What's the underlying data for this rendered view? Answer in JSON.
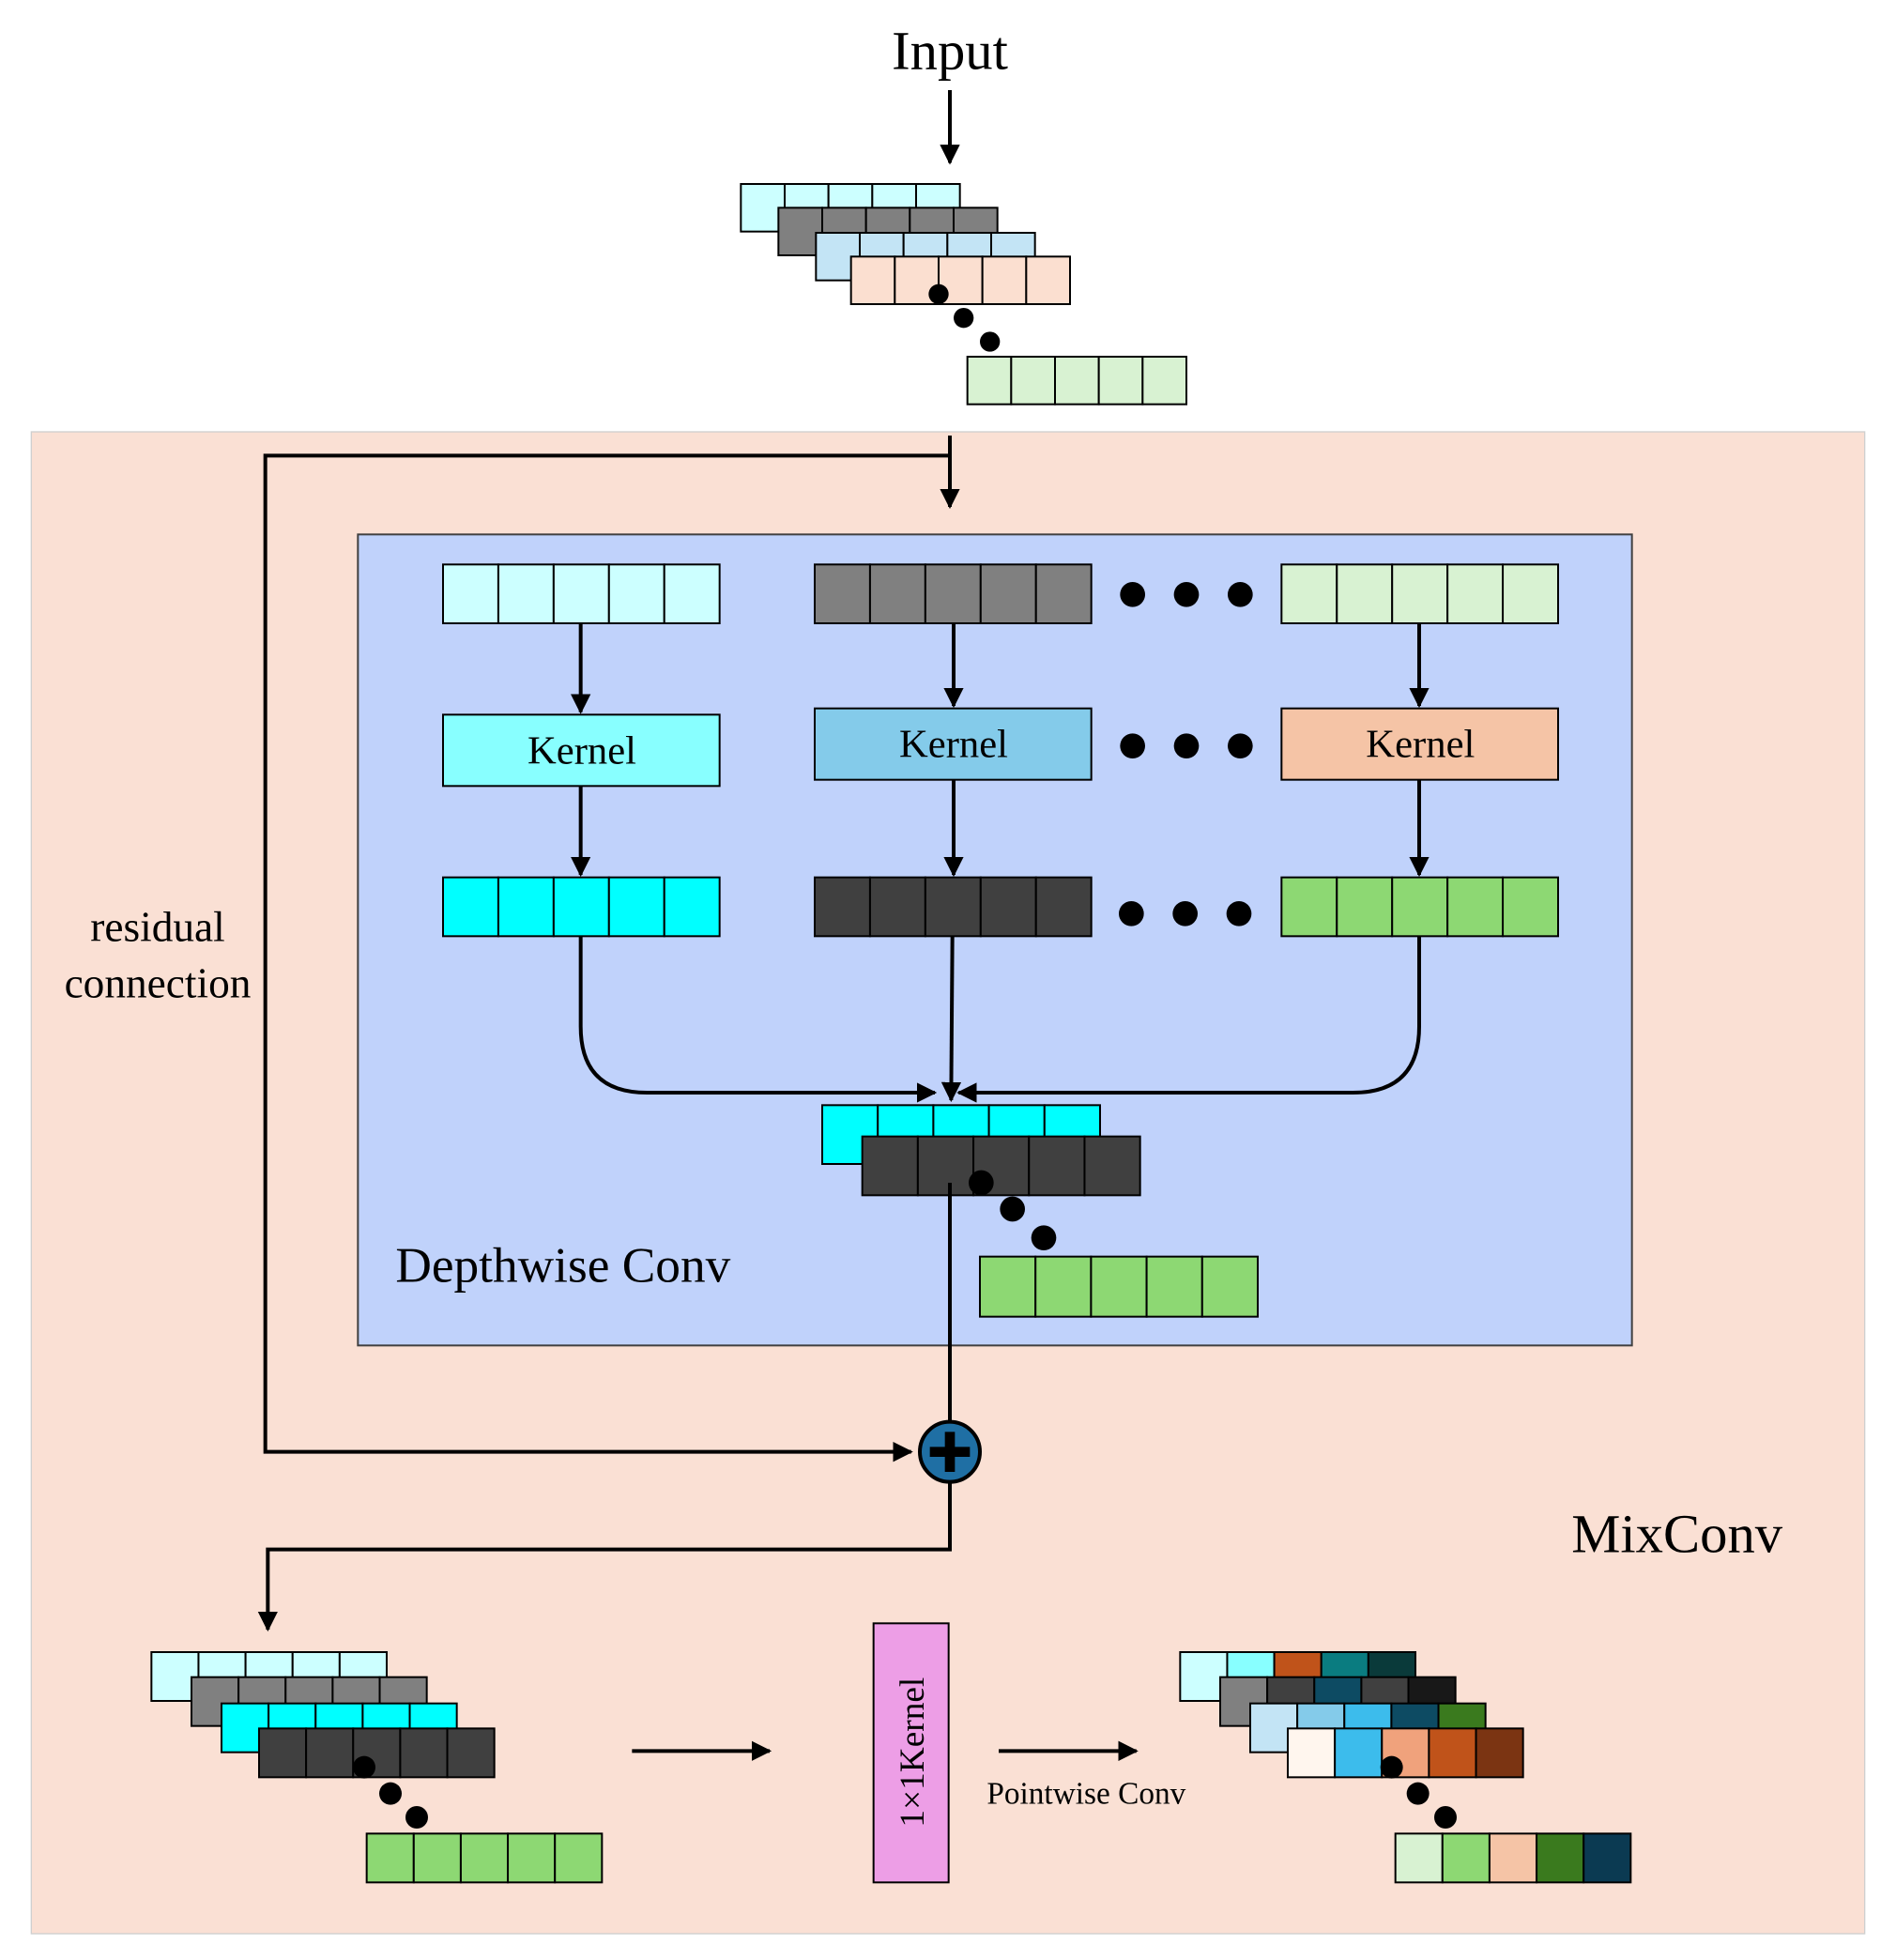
{
  "labels": {
    "input": "Input",
    "kernel": "Kernel",
    "depthwise": "Depthwise Conv",
    "residual_line1": "residual",
    "residual_line2": "connection",
    "mixconv": "MixConv",
    "one_by_one": "1×1Kernel",
    "pointwise": "Pointwise Conv"
  },
  "colors": {
    "mixconv_bg": "#fae0d4",
    "depthwise_bg": "#c0d2fb",
    "light_cyan": "#ccffff",
    "gray": "#808080",
    "light_blue": "#c3e4f5",
    "light_peach": "#fbdfd0",
    "light_green": "#d8f2d2",
    "cyan_kernel": "#88ffff",
    "sky_kernel": "#84cbea",
    "peach_kernel": "#f5c4a6",
    "cyan": "#00ffff",
    "dark_gray": "#404040",
    "green": "#8dd873",
    "magenta": "#ed9ee6",
    "add_node": "#1f6fa4",
    "rust": "#c0531a",
    "teal": "#0a7c80",
    "dark_teal": "#0a3a3a",
    "navy": "#0d4b63",
    "black_cell": "#181818",
    "bright_blue": "#3cbcec",
    "salmon": "#f0a27c",
    "brown": "#7b3412",
    "forest": "#3a7a1e",
    "deep_navy": "#0b3a52",
    "white_cell": "#fff6ee"
  },
  "icons": {
    "add_node": "plus-circle-icon",
    "ellipsis": "ellipsis-dots-icon"
  }
}
